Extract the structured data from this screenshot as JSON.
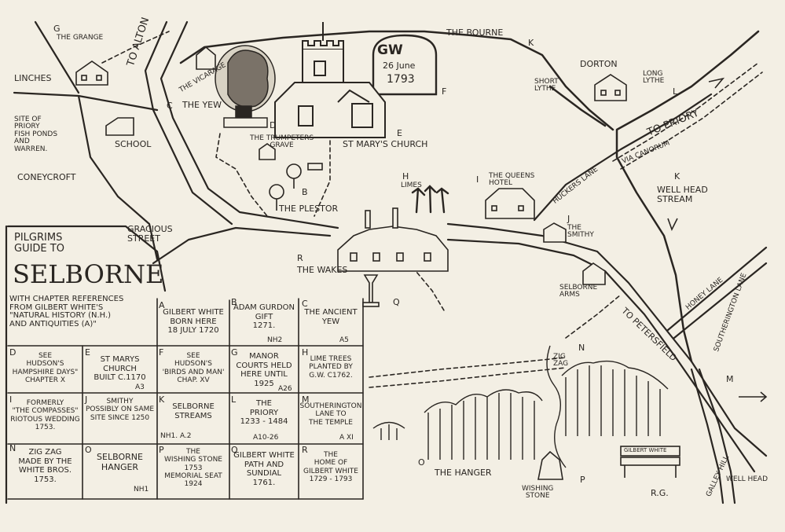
{
  "colors": {
    "paper": "#f3efe4",
    "ink": "#2a2622"
  },
  "map": {
    "places": {
      "the_grange": "The Grange",
      "linches": "Linches",
      "to_alton": "To Alton",
      "the_vicarage": "The Vicarage",
      "the_yew": "The Yew",
      "site_priory": "Site of\nPriory\nFish Ponds\nand\nWarren.",
      "school": "School",
      "coneycroft": "Coneycroft",
      "trumpeters_grave": "The Trumpeters\nGrave",
      "st_marys_church": "St Mary's Church",
      "the_plestor": "The Plestor",
      "gracious_street": "Gracious\nStreet",
      "limes": "Limes",
      "queens_hotel": "The Queens\nHotel",
      "the_bourne": "The Bourne",
      "dorton": "Dorton",
      "short_lythe": "Short\nLythe",
      "long_lythe": "Long\nLythe",
      "to_priory": "To Priory",
      "via_canorum": "Via Canorum",
      "huckers_lane": "Huckers Lane",
      "well_head_stream": "Well Head\nStream",
      "the_smithy": "The\nSmithy",
      "selborne_arms": "Selborne\nArms",
      "honey_lane": "Honey Lane",
      "to_petersfield": "To Petersfield",
      "the_wakes": "The Wakes",
      "zig_zag": "Zig\nZag",
      "the_hanger": "The Hanger",
      "wishing_stone": "Wishing\nStone",
      "southerington_lane": "Southerington\nLane",
      "galley_hill": "Galley Hill",
      "well_head": "Well Head",
      "bench_label": "Gilbert White",
      "initials": "R.G."
    },
    "stone": {
      "initials": "GW",
      "date": "26 June",
      "year": "1793"
    },
    "letters": {
      "g": "G",
      "c": "C",
      "d": "D",
      "e": "E",
      "f": "F",
      "b": "B",
      "h": "H",
      "i": "I",
      "r": "R",
      "q": "Q",
      "j": "J",
      "k1": "K",
      "k2": "K",
      "l": "L",
      "n": "N",
      "m": "M",
      "o": "O",
      "p": "P"
    }
  },
  "guide": {
    "title_small": "Pilgrims\nGuide to",
    "title_big": "Selborne",
    "intro": "With chapter references\nfrom Gilbert White's\n\"Natural History (N.H.)\nand Antiquities (A)\"",
    "cells": [
      {
        "letter": "A",
        "text": "Gilbert White\nborn here\n18 July 1720",
        "ref": ""
      },
      {
        "letter": "B",
        "text": "Adam Gurdon\ngift\n1271.",
        "ref": "NH2"
      },
      {
        "letter": "C",
        "text": "The Ancient\nYew",
        "ref": "A5"
      },
      {
        "letter": "D",
        "text": "See\nHudson's\nHampshire Days\"\nchapter X",
        "ref": ""
      },
      {
        "letter": "E",
        "text": "St Marys\nChurch\nbuilt c.1170",
        "ref": "A3"
      },
      {
        "letter": "F",
        "text": "See\nHudson's\n'Birds and Man'\nchap. XV",
        "ref": ""
      },
      {
        "letter": "G",
        "text": "Manor\ncourts held\nhere until\n1925",
        "ref": "A26"
      },
      {
        "letter": "H",
        "text": "Lime trees\nplanted by\nG.W. c1762.",
        "ref": ""
      },
      {
        "letter": "I",
        "text": "Formerly\n\"The Compasses\"\nRiotous wedding\n1753.",
        "ref": ""
      },
      {
        "letter": "J",
        "text": "Smithy\npossibly on same\nsite since 1250",
        "ref": ""
      },
      {
        "letter": "K",
        "text": "Selborne\nStreams",
        "ref": "NH1. A.2"
      },
      {
        "letter": "L",
        "text": "The\nPriory\n1233 - 1484",
        "ref": "A10-26"
      },
      {
        "letter": "M",
        "text": "Southerington\nLane to\nthe Temple",
        "ref": "A XI"
      },
      {
        "letter": "N",
        "text": "Zig Zag\nmade by the\nWhite Bros.\n1753.",
        "ref": ""
      },
      {
        "letter": "O",
        "text": "Selborne\nHanger",
        "ref": "NH1"
      },
      {
        "letter": "P",
        "text": "The\nWishing stone\n1753\nmemorial seat\n1924",
        "ref": ""
      },
      {
        "letter": "Q",
        "text": "Gilbert White\npath and\nsundial\n1761.",
        "ref": ""
      },
      {
        "letter": "R",
        "text": "The\nhome of\nGilbert White\n1729 - 1793",
        "ref": ""
      }
    ]
  }
}
